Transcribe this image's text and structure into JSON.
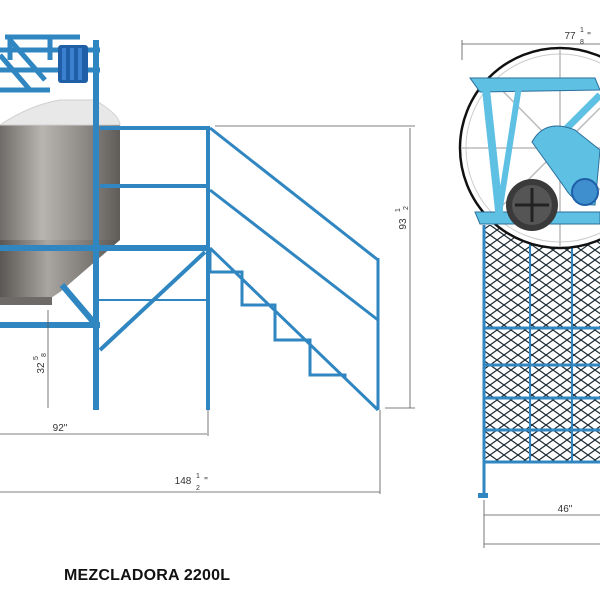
{
  "title": "MEZCLADORA 2200L",
  "dimensions": {
    "leg_height": {
      "whole": "32",
      "num": "5",
      "den": "8",
      "unit": "\""
    },
    "platform_width": "92\"",
    "total_length": {
      "whole": "148",
      "num": "1",
      "den": "2",
      "unit": "\""
    },
    "total_height": {
      "whole": "93",
      "num": "1",
      "den": "2",
      "unit": "\""
    },
    "top_width": {
      "whole": "77",
      "num": "1",
      "den": "8",
      "unit": "\""
    },
    "base_width": "46\""
  },
  "colors": {
    "frame": "#2f86c1",
    "frame_light": "#5ec0e3",
    "tank": "#9e9a95",
    "motor": "#1f5fa8",
    "dim_line": "#555555"
  }
}
